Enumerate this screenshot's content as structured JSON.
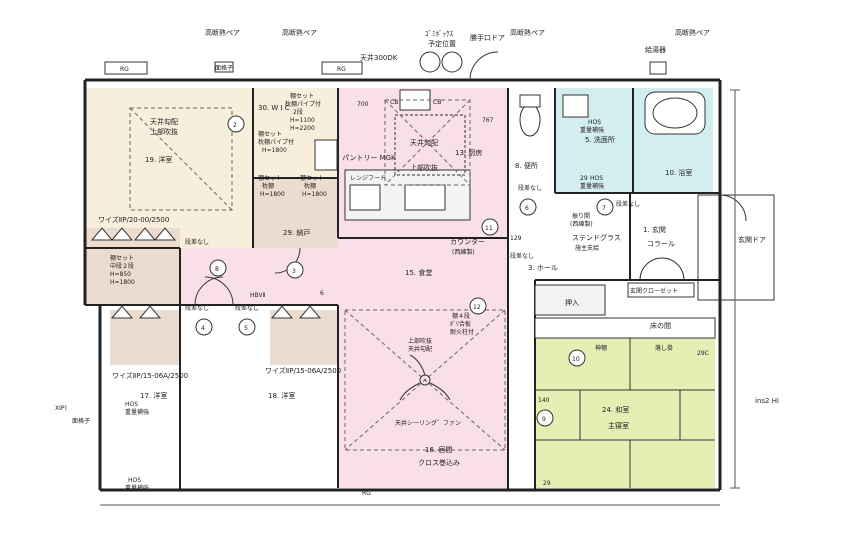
{
  "colors": {
    "pink": "#f9dfe8",
    "beige": "#f7efdc",
    "tan": "#ecdcd0",
    "lightblue": "#d3eef0",
    "lime": "#e4efb4",
    "wall": "#222222",
    "gray": "#cccccc"
  },
  "top_labels": {
    "vent_1": "高断熱ペア",
    "vent_2": "高断熱ペア",
    "vent_3": "高断熱ペア",
    "vent_4": "高断熱ペア",
    "garbage": "ｺﾞﾐﾎﾞｯｸｽ",
    "garbage_2": "予定位置",
    "kitchen_door": "勝手口ドア",
    "water_heater": "給湯器",
    "ceiling": "天井300DK",
    "grille": "面格子",
    "rg_1": "RG",
    "rg_2": "RG"
  },
  "rooms": {
    "western_19": "19. 洋室",
    "ceiling_slope": "天井勾配",
    "upper_ceiling": "上部吹抜",
    "wic": "30. W I C",
    "shelf_set_1": "棚セット",
    "hanger_2": "枕棚パイプ付",
    "two_tier": "2段",
    "h1100": "H=1100",
    "h2200": "H=2200",
    "shelf_set_2": "棚セット",
    "hanger_single": "枕棚パイプ付",
    "h1800_a": "H=1800",
    "pantry": "パントリー MGK",
    "range_hood": "レンジフード",
    "kitchen": "13. 厨房",
    "kitchen_ceiling": "天井勾配",
    "kitchen_upper": "上部吹抜",
    "shelf_set_3": "棚セット",
    "shelf_3": "枕棚",
    "h1800_b": "H=1800",
    "shelf_set_4": "棚セット",
    "shelf_4": "枕棚",
    "h1800_c": "H=1800",
    "storage_29": "29. 納戸",
    "closet_west": "ワイズⅡP/20-00/2500",
    "shelf_set_5": "棚セット",
    "middle_2": "中段２段",
    "h850": "H=850",
    "h1800_d": "H=1800",
    "no_step_1": "段差なし",
    "counter": "カウンター",
    "counter_sub": "(西練製)",
    "dining": "15. 食堂",
    "no_step_2": "段差なし",
    "no_step_3": "段差なし",
    "no_step_4": "段差なし",
    "hall": "3. ホール",
    "toilet": "8. 便所",
    "no_step_5": "段差なし",
    "washroom": "5. 洗面所",
    "hos_1": "HOS",
    "reinforce_1": "重量補強",
    "hos_2": "HOS",
    "reinforce_2": "重量補強",
    "bath": "10. 浴室",
    "step_sliding": "振り開",
    "step_sliding_2": "(西練製)",
    "stained": "ステンドグラス",
    "stained_2": "施主支給",
    "entrance": "1. 玄関",
    "coral": "コラール",
    "entrance_door": "玄関ドア",
    "entrance_closet": "玄関クローゼット",
    "no_step_6": "段差なし",
    "oshiire": "押入",
    "tokonoma": "床の間",
    "shinkabe": "神棚",
    "otoshikake": "落し掛",
    "japanese": "24. 和室",
    "master": "主寝室",
    "closet_17": "ワイズⅡP/15-06A/2500",
    "western_17": "17. 洋室",
    "hos_3": "HOS",
    "reinforce_3": "重量補強",
    "closet_18": "ワイズⅡP/15-06A/2500",
    "western_18": "18. 洋室",
    "living": "16. 居間",
    "cross": "クロス巻込み",
    "ceiling_fan": "天井シーリング゛ファン",
    "living_ceiling": "上部吹抜",
    "living_ceiling_2": "天井勾配",
    "shelf_4tier": "棚４段",
    "plywood": "ﾎﾟﾘ合板",
    "shelf_4tier_2": "耐火柱付",
    "hos_4": "HOS",
    "reinforce_4": "重量補強",
    "hbv": "HBVⅡ",
    "ink": "ins2 Hi",
    "grille_left": "面格子",
    "xip": "XIP)"
  },
  "markers": {
    "m1": "2",
    "m2": "3",
    "m3": "8",
    "m4": "4",
    "m5": "5",
    "m6": "11",
    "m7": "12",
    "m8": "6",
    "m9": "7",
    "m10": "10",
    "m11": "9",
    "m12": "129",
    "m13": "140",
    "m14": "29",
    "m15": "6",
    "m16": "767",
    "m17": "700",
    "m18": "CB",
    "m19": "CB",
    "m20": "29C",
    "m21": "29",
    "m22": "RG"
  }
}
